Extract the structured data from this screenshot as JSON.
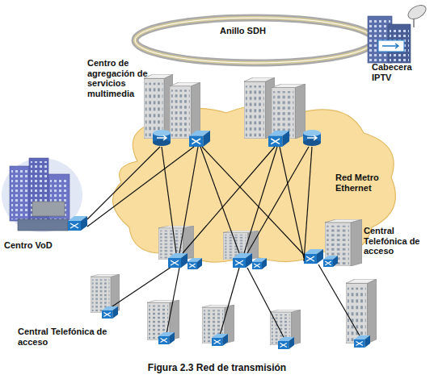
{
  "diagram": {
    "caption": "Figura 2.3 Red de transmisión",
    "nodes": [
      {
        "text": [
          "Centro de agregación de servicios multimedia"
        ]
      },
      {
        "text": [
          "Cabecera IPTV"
        ]
      },
      {
        "text": [
          "Red Metro Ethernet"
        ]
      },
      {
        "text": [
          "Centro VoD"
        ]
      },
      {
        "text": [
          "Central Telefónica de acceso"
        ]
      },
      {
        "text": [
          "Central Telefónica de acceso"
        ]
      }
    ],
    "edges": [
      {
        "from": 3,
        "to": 0,
        "arrow": "none"
      },
      {
        "from": 3,
        "to": 0,
        "arrow": "none"
      },
      {
        "from": 0,
        "to": 5,
        "arrow": "none"
      },
      {
        "from": 0,
        "to": 5,
        "arrow": "none"
      },
      {
        "from": 0,
        "to": 5,
        "arrow": "none"
      },
      {
        "from": 0,
        "to": 4,
        "arrow": "none"
      },
      {
        "from": 0,
        "to": 5,
        "arrow": "none"
      },
      {
        "from": 0,
        "to": 5,
        "arrow": "none"
      },
      {
        "from": 0,
        "to": 4,
        "arrow": "none"
      },
      {
        "from": 0,
        "to": 5,
        "arrow": "none"
      },
      {
        "from": 0,
        "to": 4,
        "arrow": "none"
      }
    ],
    "labels": [
      "Anillo SDH"
    ]
  }
}
